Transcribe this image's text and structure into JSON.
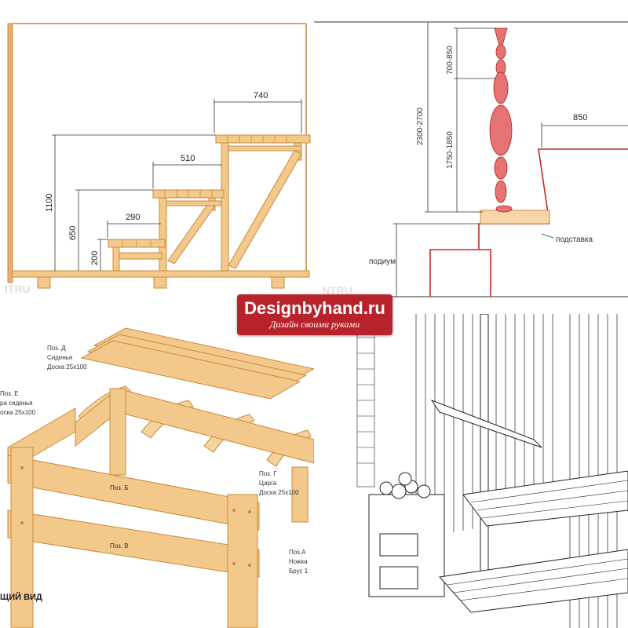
{
  "brand": {
    "name": "Designbyhand.ru",
    "tagline": "Дизайн своими руками"
  },
  "watermarks": {
    "left": "ITRU",
    "center": "NTRU"
  },
  "stairs": {
    "top_depth": "740",
    "mid_depth": "510",
    "low_depth": "290",
    "height_top": "1100",
    "height_mid": "650",
    "height_low": "200"
  },
  "ergonomics": {
    "total_height": "2300-2700",
    "head_clearance": "700-850",
    "body_height": "1750-1850",
    "bench_depth": "850",
    "stand_label": "подставка",
    "podium_label": "подиум"
  },
  "bench": {
    "pos_d": [
      "Поз. Д",
      "Сиденье",
      "Доска 25х100"
    ],
    "pos_e": [
      "Поз. Е",
      "ра сиденья",
      "оска 25х100"
    ],
    "pos_g": [
      "Поз. Г",
      "Царга",
      "Доска 25х100"
    ],
    "pos_a": [
      "Поз.А",
      "Ножка",
      "Брус 1"
    ],
    "pos_b": "Поз. Б",
    "pos_v": "Поз. В",
    "general_view": "ЩИЙ ВИД"
  },
  "colors": {
    "wood": "#f2c98a",
    "wood_edge": "#c98a3a",
    "brand": "#b8232b",
    "accent": "#c62828"
  }
}
